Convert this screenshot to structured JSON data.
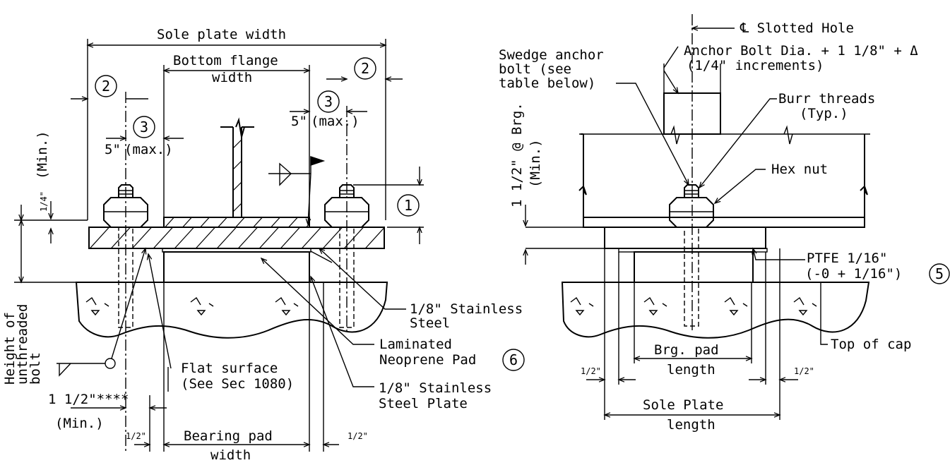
{
  "left": {
    "sole_plate_width": "Sole plate width",
    "bottom_flange_1": "Bottom flange",
    "bottom_flange_2": "width",
    "callout_2": "2",
    "callout_3": "3",
    "callout_1": "1",
    "callout_6": "6",
    "five_in": "5\"",
    "max": "(max.)",
    "min_vert": "(Min.)",
    "quarter": "1/4\"",
    "height_1": "Height of",
    "height_2": "unthreaded",
    "height_3": "bolt",
    "stainless_1": "1/8\" Stainless",
    "stainless_2": "Steel",
    "laminated_1": "Laminated",
    "laminated_2": "Neoprene Pad",
    "flat_1": "Flat surface",
    "flat_2": "(See Sec 1080)",
    "stainless_plate_1": "1/8\" Stainless",
    "stainless_plate_2": "Steel Plate",
    "one_half_star": "1 1/2\"****",
    "min": "(Min.)",
    "half_in": "1/2\"",
    "bearing_1": "Bearing pad",
    "bearing_2": "width"
  },
  "right": {
    "slotted": "℄ Slotted Hole",
    "anchor_1": "Anchor Bolt Dia. + 1 1/8\" + Δ",
    "anchor_2": "(1/4\" increments)",
    "swedge_1": "Swedge anchor",
    "swedge_2": "bolt (see",
    "swedge_3": "table below)",
    "burr_1": "Burr threads",
    "burr_2": "(Typ.)",
    "hex": "Hex nut",
    "brg_vert": "1 1/2\" @ Brg.",
    "min_vert": "(Min.)",
    "ptfe_1": "PTFE 1/16\"",
    "ptfe_2": "(-0 + 1/16\")",
    "callout_5": "5",
    "top_cap": "Top of cap",
    "brgpad_1": "Brg. pad",
    "brgpad_2": "length",
    "half_in": "1/2\"",
    "sole_1": "Sole Plate",
    "sole_2": "length"
  }
}
